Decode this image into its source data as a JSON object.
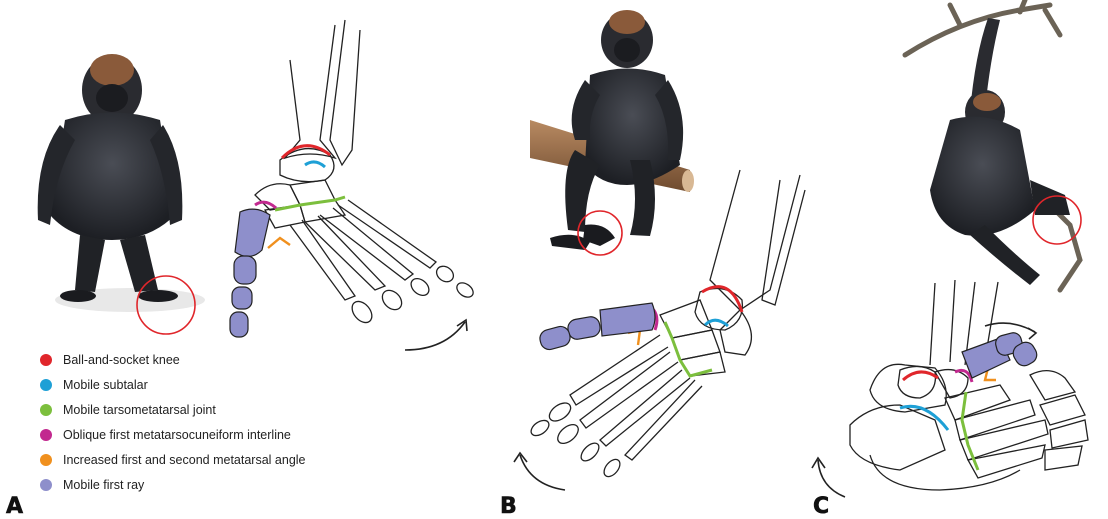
{
  "panels": [
    {
      "letter": "A"
    },
    {
      "letter": "B"
    },
    {
      "letter": "C"
    }
  ],
  "legend": [
    {
      "label": "Ball-and-socket knee",
      "color": "#e0262b"
    },
    {
      "label": "Mobile subtalar",
      "color": "#1ea0d6"
    },
    {
      "label": "Mobile tarsometatarsal joint",
      "color": "#7cbf3d"
    },
    {
      "label": "Oblique  first metatarsocuneiform interline",
      "color": "#c2298f"
    },
    {
      "label": "Increased first and second metatarsal angle",
      "color": "#f0901e"
    },
    {
      "label": "Mobile first ray",
      "color": "#8e8fcb"
    }
  ],
  "colors": {
    "highlight_circle": "#e0262b",
    "bone_outline": "#222222",
    "gorilla_fur": "#2b2d33"
  }
}
